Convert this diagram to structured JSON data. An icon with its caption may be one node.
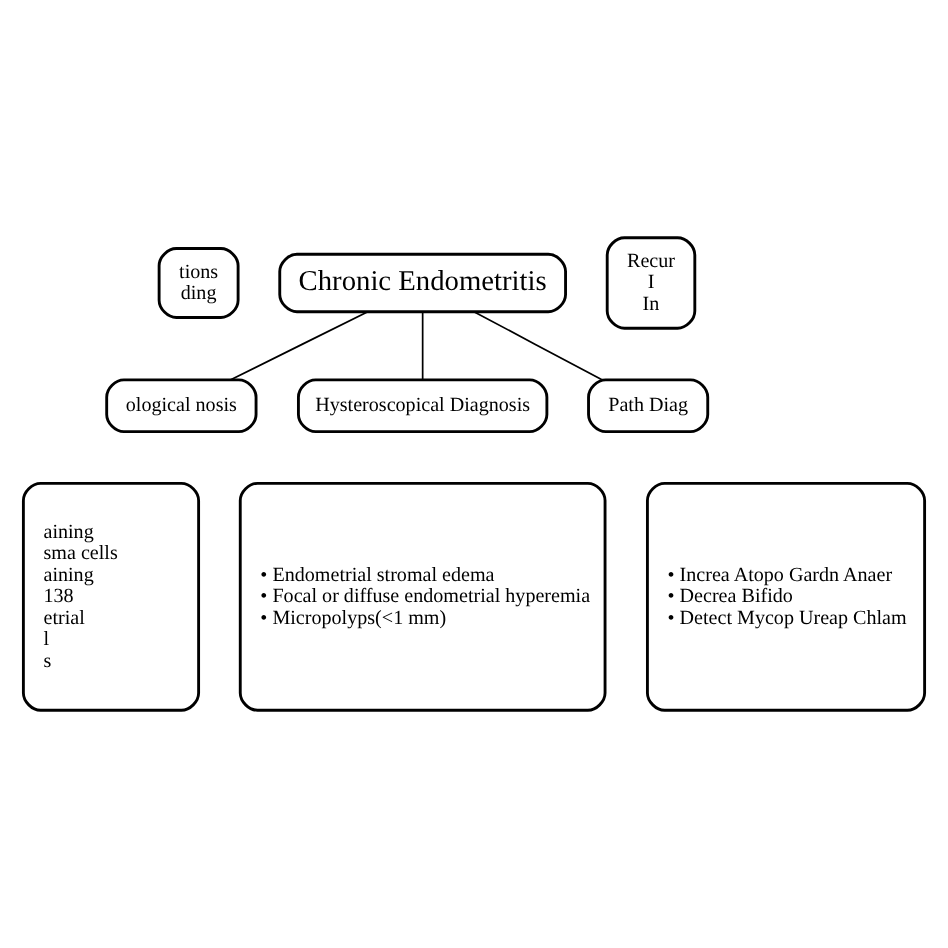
{
  "diagram": {
    "nodes": [
      {
        "text": [
          "tions",
          "ding"
        ]
      },
      {
        "text": [
          "Chronic Endometritis"
        ]
      },
      {
        "text": [
          "Recur",
          "I",
          "In"
        ]
      },
      {
        "text": [
          "ological nosis"
        ]
      },
      {
        "text": [
          "Hysteroscopical Diagnosis"
        ]
      },
      {
        "text": [
          "Path Diag"
        ]
      },
      {
        "text": [
          "aining",
          "sma cells",
          "aining",
          "138",
          "etrial",
          "l",
          "s"
        ]
      },
      {
        "text": [
          "• Endometrial stromal edema",
          "• Focal or diffuse endometrial hyperemia",
          "• Micropolyps(<1 mm)"
        ]
      },
      {
        "text": [
          "• Increa Atopo Gardn Anaer",
          "• Decrea Bifido",
          "• Detect Mycop Ureap Chlam"
        ]
      }
    ],
    "edges": [
      {
        "from": 1,
        "to": 3,
        "arrow": "none"
      },
      {
        "from": 1,
        "to": 4,
        "arrow": "none"
      },
      {
        "from": 1,
        "to": 5,
        "arrow": "none"
      }
    ]
  }
}
